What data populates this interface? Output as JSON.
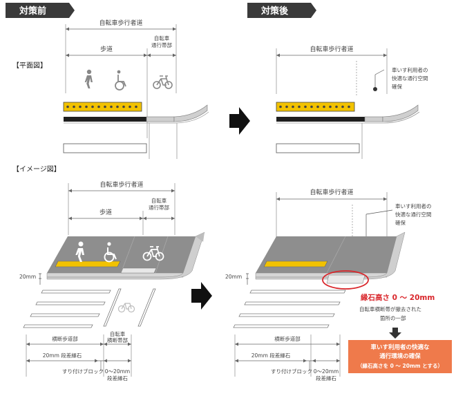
{
  "headers": {
    "before": "対策前",
    "after": "対策後"
  },
  "sections": {
    "plan": "【平面図】",
    "image": "【イメージ図】"
  },
  "labels": {
    "sidewalk": "自転車歩行者道",
    "pedestrian": "歩道",
    "bike_lane_1": "自転車",
    "bike_lane_2": "通行帯部",
    "wheelchair_1": "車いす利用者の",
    "wheelchair_2": "快適な通行空間",
    "wheelchair_3": "確保",
    "dim_20mm": "20mm",
    "crossing_sidewalk": "横断歩道部",
    "crossing_bike_1": "自転車",
    "crossing_bike_2": "横断帯部",
    "curb_20": "20mm 段差縁石",
    "slope_block": "すり付けブロック",
    "curb_0_20_1": "0～20mm",
    "curb_0_20_2": "段差縁石",
    "curb_height": "縁石高さ 0 ～ 20mm",
    "removed_1": "自転車横断帯が撤去された",
    "removed_2": "箇所の一部",
    "result_1": "車いす利用者の快適な",
    "result_2": "通行環境の確保",
    "result_3": "（縁石高さを 0 ～ 20mm とする）"
  },
  "colors": {
    "tag": "#3a3a3a",
    "tactile": "#f2c200",
    "road": "#8e8e8e",
    "curb": "#d6d6d6",
    "red": "#d9262b",
    "orange": "#ef7a4b",
    "arrow": "#111111"
  },
  "icons": [
    "pedestrian-icon",
    "wheelchair-icon",
    "bicycle-icon",
    "right-arrow-icon",
    "down-arrow-icon"
  ]
}
